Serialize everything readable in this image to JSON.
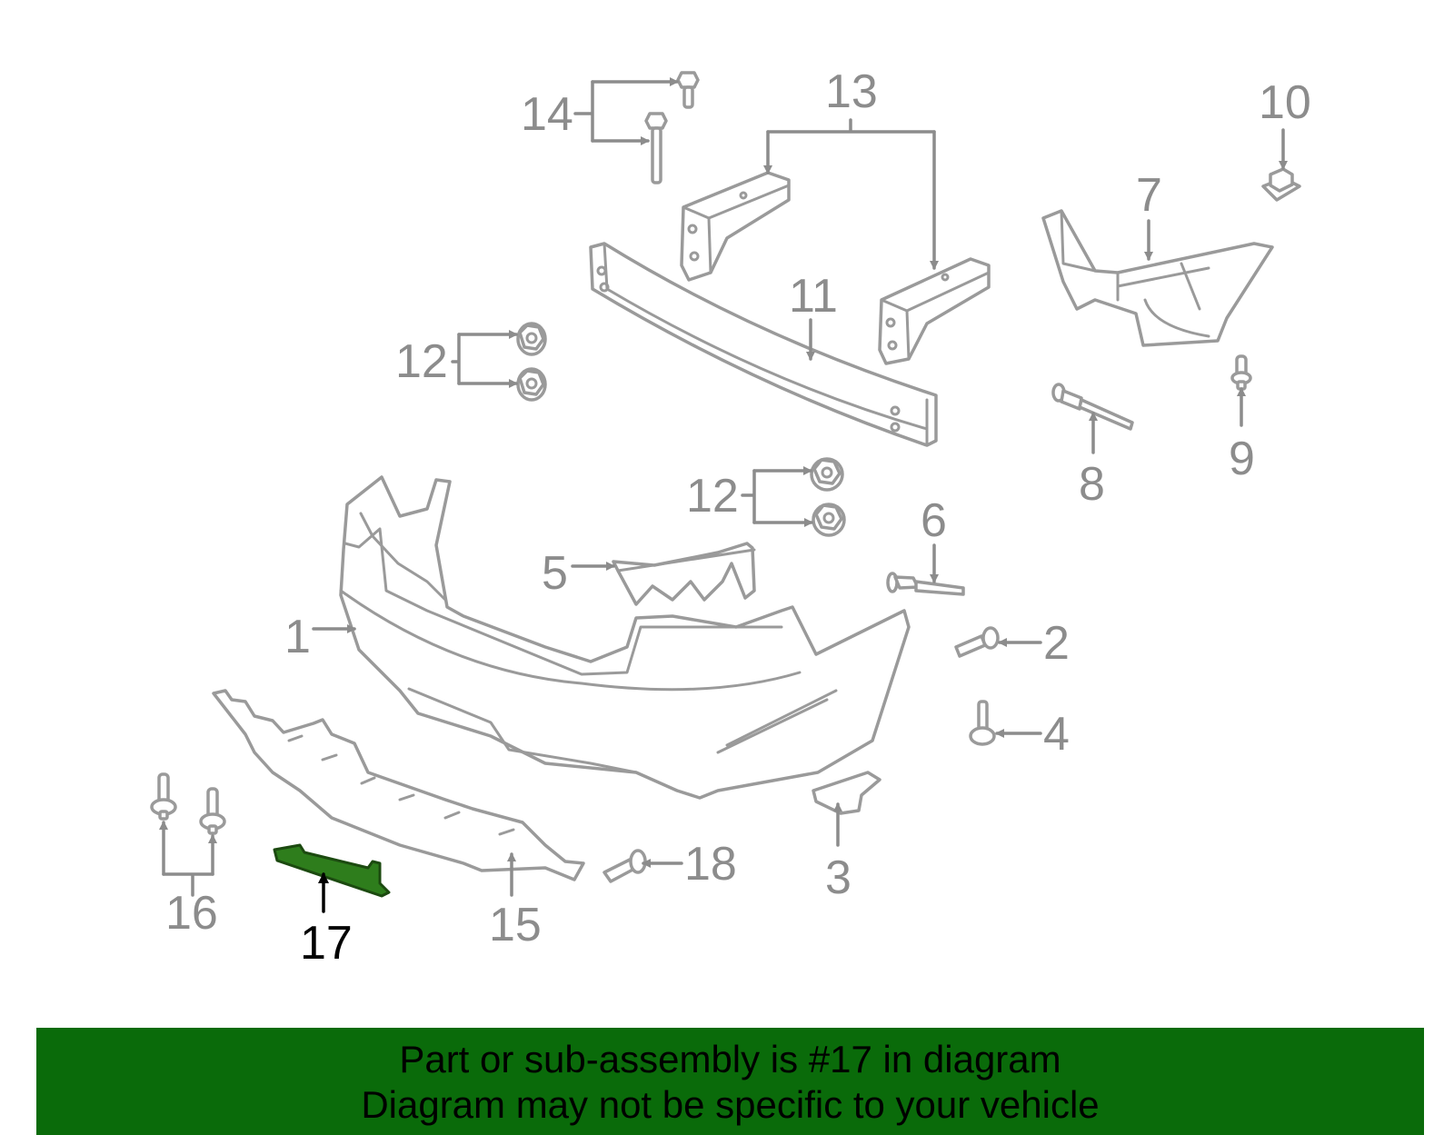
{
  "highlight_color": "#0a6b0a",
  "part_color": "#2e7d1c",
  "callouts": {
    "c1": "1",
    "c2": "2",
    "c3": "3",
    "c4": "4",
    "c5": "5",
    "c6": "6",
    "c7": "7",
    "c8": "8",
    "c9": "9",
    "c10": "10",
    "c11": "11",
    "c12a": "12",
    "c12b": "12",
    "c13": "13",
    "c14": "14",
    "c15": "15",
    "c16": "16",
    "c17": "17",
    "c18": "18"
  },
  "caption": {
    "line1": "Part or sub-assembly is #17 in diagram",
    "line2": "Diagram may not be specific to your vehicle"
  }
}
